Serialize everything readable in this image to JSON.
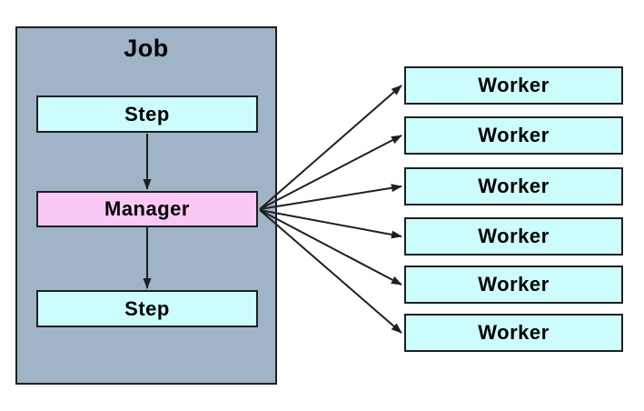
{
  "diagram": {
    "job": {
      "title": "Job",
      "step_top": "Step",
      "manager": "Manager",
      "step_bottom": "Step"
    },
    "workers": [
      "Worker",
      "Worker",
      "Worker",
      "Worker",
      "Worker",
      "Worker"
    ],
    "colors": {
      "job_fill": "#9FB4C6",
      "step_fill": "#CCFCFC",
      "worker_fill": "#CCFCFC",
      "manager_fill": "#FAC8F5",
      "border": "#1F1F1F",
      "arrow": "#1F1F1F",
      "background": "#FFFFFF",
      "text": "#000000"
    }
  }
}
